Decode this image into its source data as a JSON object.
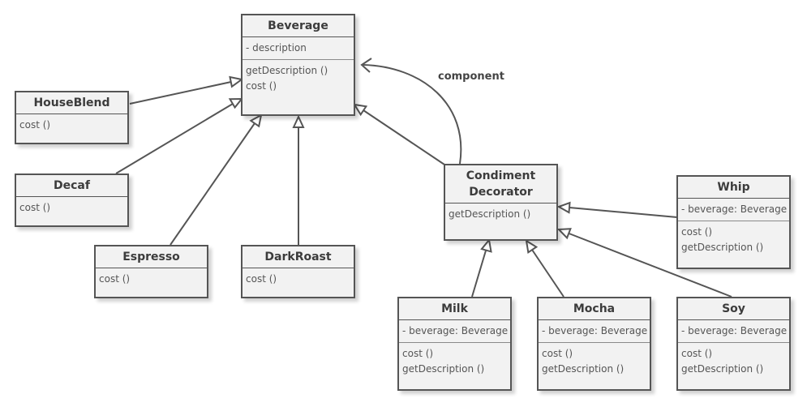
{
  "classes": {
    "beverage": {
      "name": "Beverage",
      "attributes": [
        "- description"
      ],
      "methods": [
        "getDescription ()",
        "cost ()"
      ]
    },
    "houseblend": {
      "name": "HouseBlend",
      "attributes": [],
      "methods": [
        "cost ()"
      ]
    },
    "decaf": {
      "name": "Decaf",
      "attributes": [],
      "methods": [
        "cost ()"
      ]
    },
    "espresso": {
      "name": "Espresso",
      "attributes": [],
      "methods": [
        "cost ()"
      ]
    },
    "darkroast": {
      "name": "DarkRoast",
      "attributes": [],
      "methods": [
        "cost ()"
      ]
    },
    "condiment": {
      "name": "Condiment\nDecorator",
      "attributes": [],
      "methods": [
        "getDescription ()"
      ]
    },
    "whip": {
      "name": "Whip",
      "attributes": [
        "- beverage: Beverage"
      ],
      "methods": [
        "cost ()",
        "getDescription ()"
      ]
    },
    "milk": {
      "name": "Milk",
      "attributes": [
        "- beverage: Beverage"
      ],
      "methods": [
        "cost ()",
        "getDescription ()"
      ]
    },
    "mocha": {
      "name": "Mocha",
      "attributes": [
        "- beverage: Beverage"
      ],
      "methods": [
        "cost ()",
        "getDescription ()"
      ]
    },
    "soy": {
      "name": "Soy",
      "attributes": [
        "- beverage: Beverage"
      ],
      "methods": [
        "cost ()",
        "getDescription ()"
      ]
    }
  },
  "relations": {
    "generalizations": [
      {
        "from": "houseblend",
        "to": "beverage"
      },
      {
        "from": "decaf",
        "to": "beverage"
      },
      {
        "from": "espresso",
        "to": "beverage"
      },
      {
        "from": "darkroast",
        "to": "beverage"
      },
      {
        "from": "condiment",
        "to": "beverage"
      },
      {
        "from": "whip",
        "to": "condiment"
      },
      {
        "from": "milk",
        "to": "condiment"
      },
      {
        "from": "mocha",
        "to": "condiment"
      },
      {
        "from": "soy",
        "to": "condiment"
      }
    ],
    "association": {
      "from": "condiment",
      "to": "beverage",
      "label": "component"
    }
  },
  "colors": {
    "box_fill": "#f2f2f2",
    "stroke": "#555555",
    "text": "#3c3c3c"
  }
}
